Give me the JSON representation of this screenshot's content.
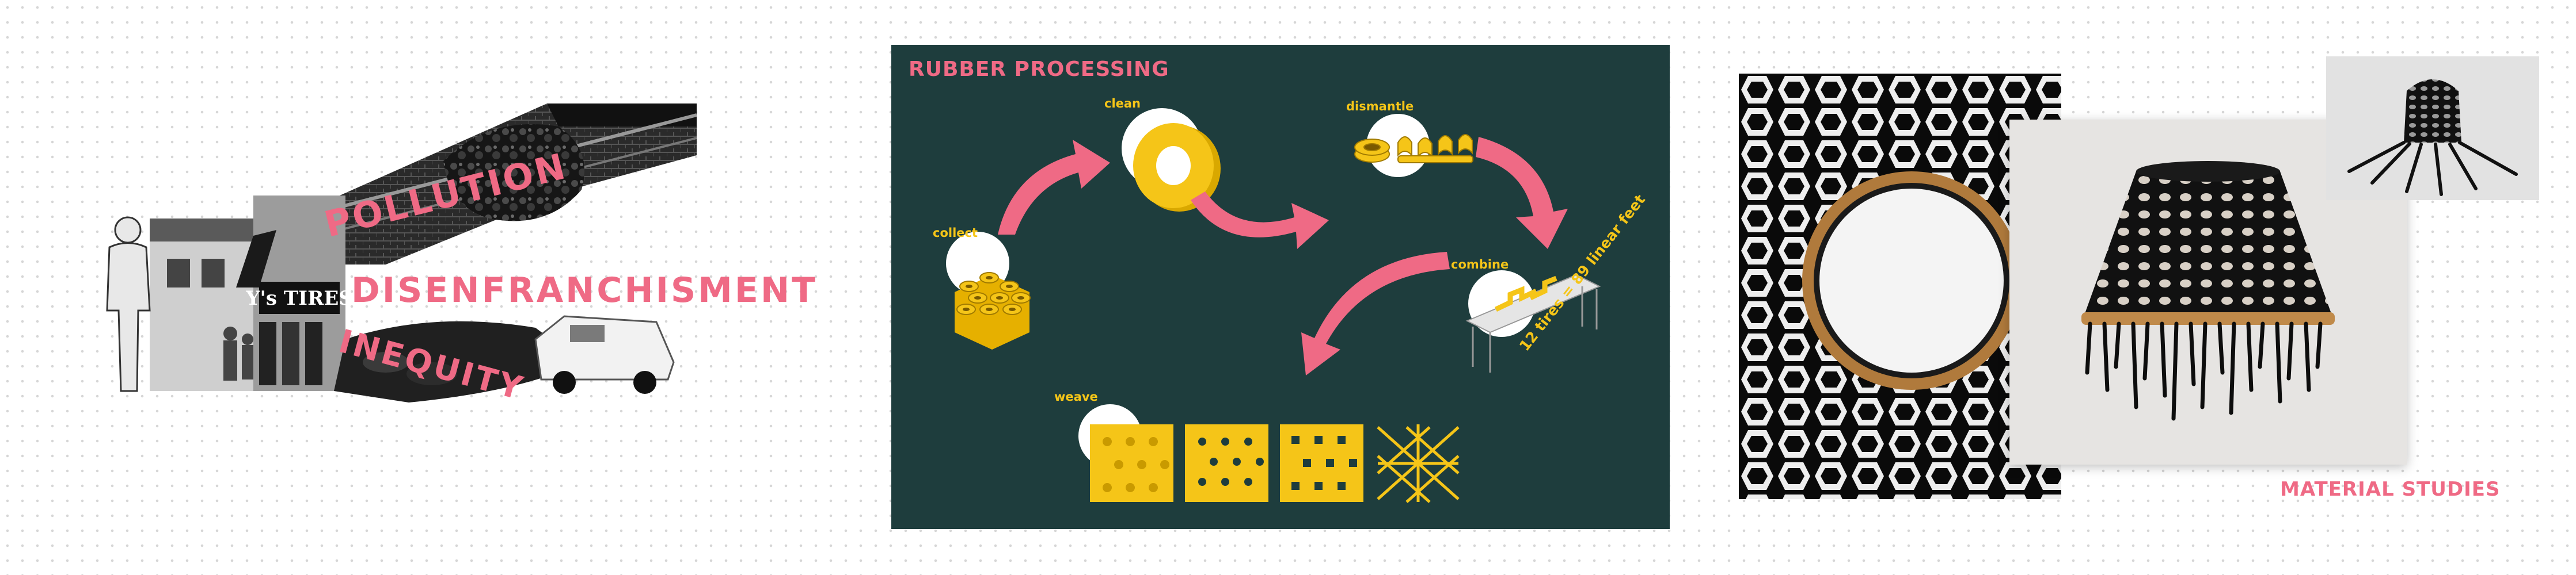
{
  "colors": {
    "accent_pink": "#ef6a85",
    "accent_yellow": "#f5c518",
    "board_green": "#1e3d3d"
  },
  "collage": {
    "words": [
      "POLLUTION",
      "DISENFRANCHISMENT",
      "INEQUITY"
    ],
    "shop_sign": "Y's TIRES"
  },
  "processing": {
    "title": "RUBBER PROCESSING",
    "steps": {
      "collect": "collect",
      "clean": "clean",
      "dismantle": "dismantle",
      "combine": "combine",
      "weave": "weave"
    },
    "note": "12 tires = 89 linear feet"
  },
  "studies": {
    "title": "MATERIAL STUDIES"
  }
}
